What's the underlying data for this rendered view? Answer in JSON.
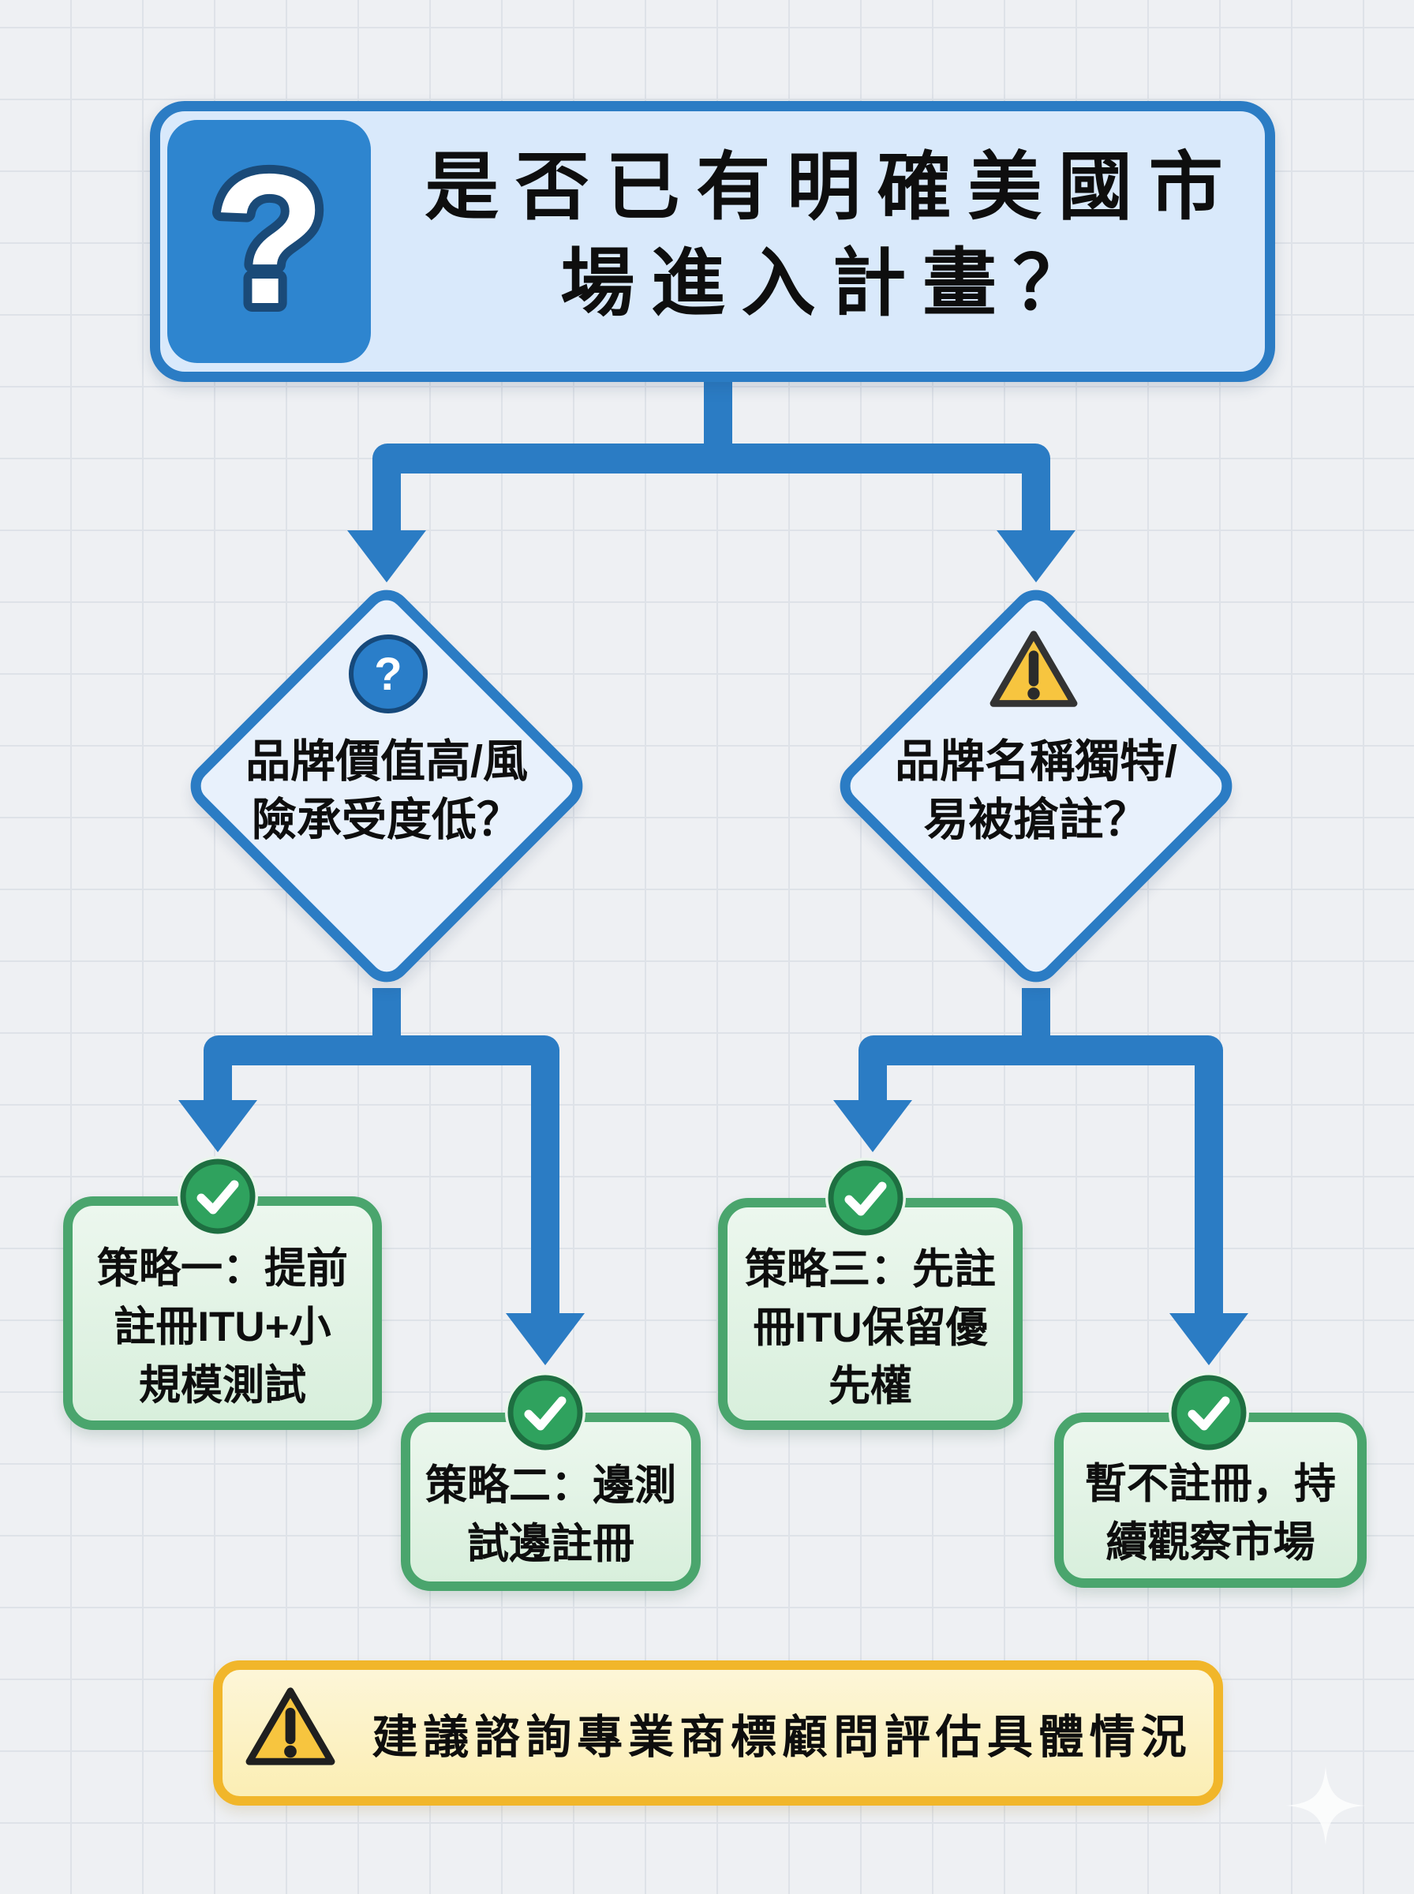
{
  "flowchart": {
    "root": {
      "icon": "question-mark",
      "title_lines": [
        "是否已有明確美國市",
        "場進入計畫？"
      ]
    },
    "decisions": [
      {
        "icon": "question-circle",
        "lines": [
          "品牌價值高/風",
          "險承受度低？"
        ]
      },
      {
        "icon": "warning-triangle",
        "lines": [
          "品牌名稱獨特/",
          "易被搶註？"
        ]
      }
    ],
    "outcomes": [
      {
        "icon": "check-circle",
        "lines": [
          "策略一：提前",
          "註冊ITU+小",
          "規模測試"
        ]
      },
      {
        "icon": "check-circle",
        "lines": [
          "策略二：邊測",
          "試邊註冊"
        ]
      },
      {
        "icon": "check-circle",
        "lines": [
          "策略三：先註",
          "冊ITU保留優",
          "先權"
        ]
      },
      {
        "icon": "check-circle",
        "lines": [
          "暫不註冊，持",
          "續觀察市場"
        ]
      }
    ],
    "footer": {
      "icon": "warning-triangle",
      "text": "建議諮詢專業商標顧問評估具體情況"
    }
  },
  "colors": {
    "background": "#eef0f3",
    "grid_line": "#dee2e8",
    "accent_blue": "#2b7cc4",
    "icon_blue": "#2e85cf",
    "node_blue_fill": "#d9e9fb",
    "diamond_fill": "#e8f1fc",
    "navy_outline": "#1a4a78",
    "green_border": "#4aa56d",
    "green_fill": "#e3f3e6",
    "check_green": "#2fa25e",
    "check_ring": "#1e6f41",
    "yellow_border": "#f1b62a",
    "yellow_fill": "#fdf3cd",
    "warning_yellow": "#f7c53f",
    "text": "#0e0e0e"
  }
}
